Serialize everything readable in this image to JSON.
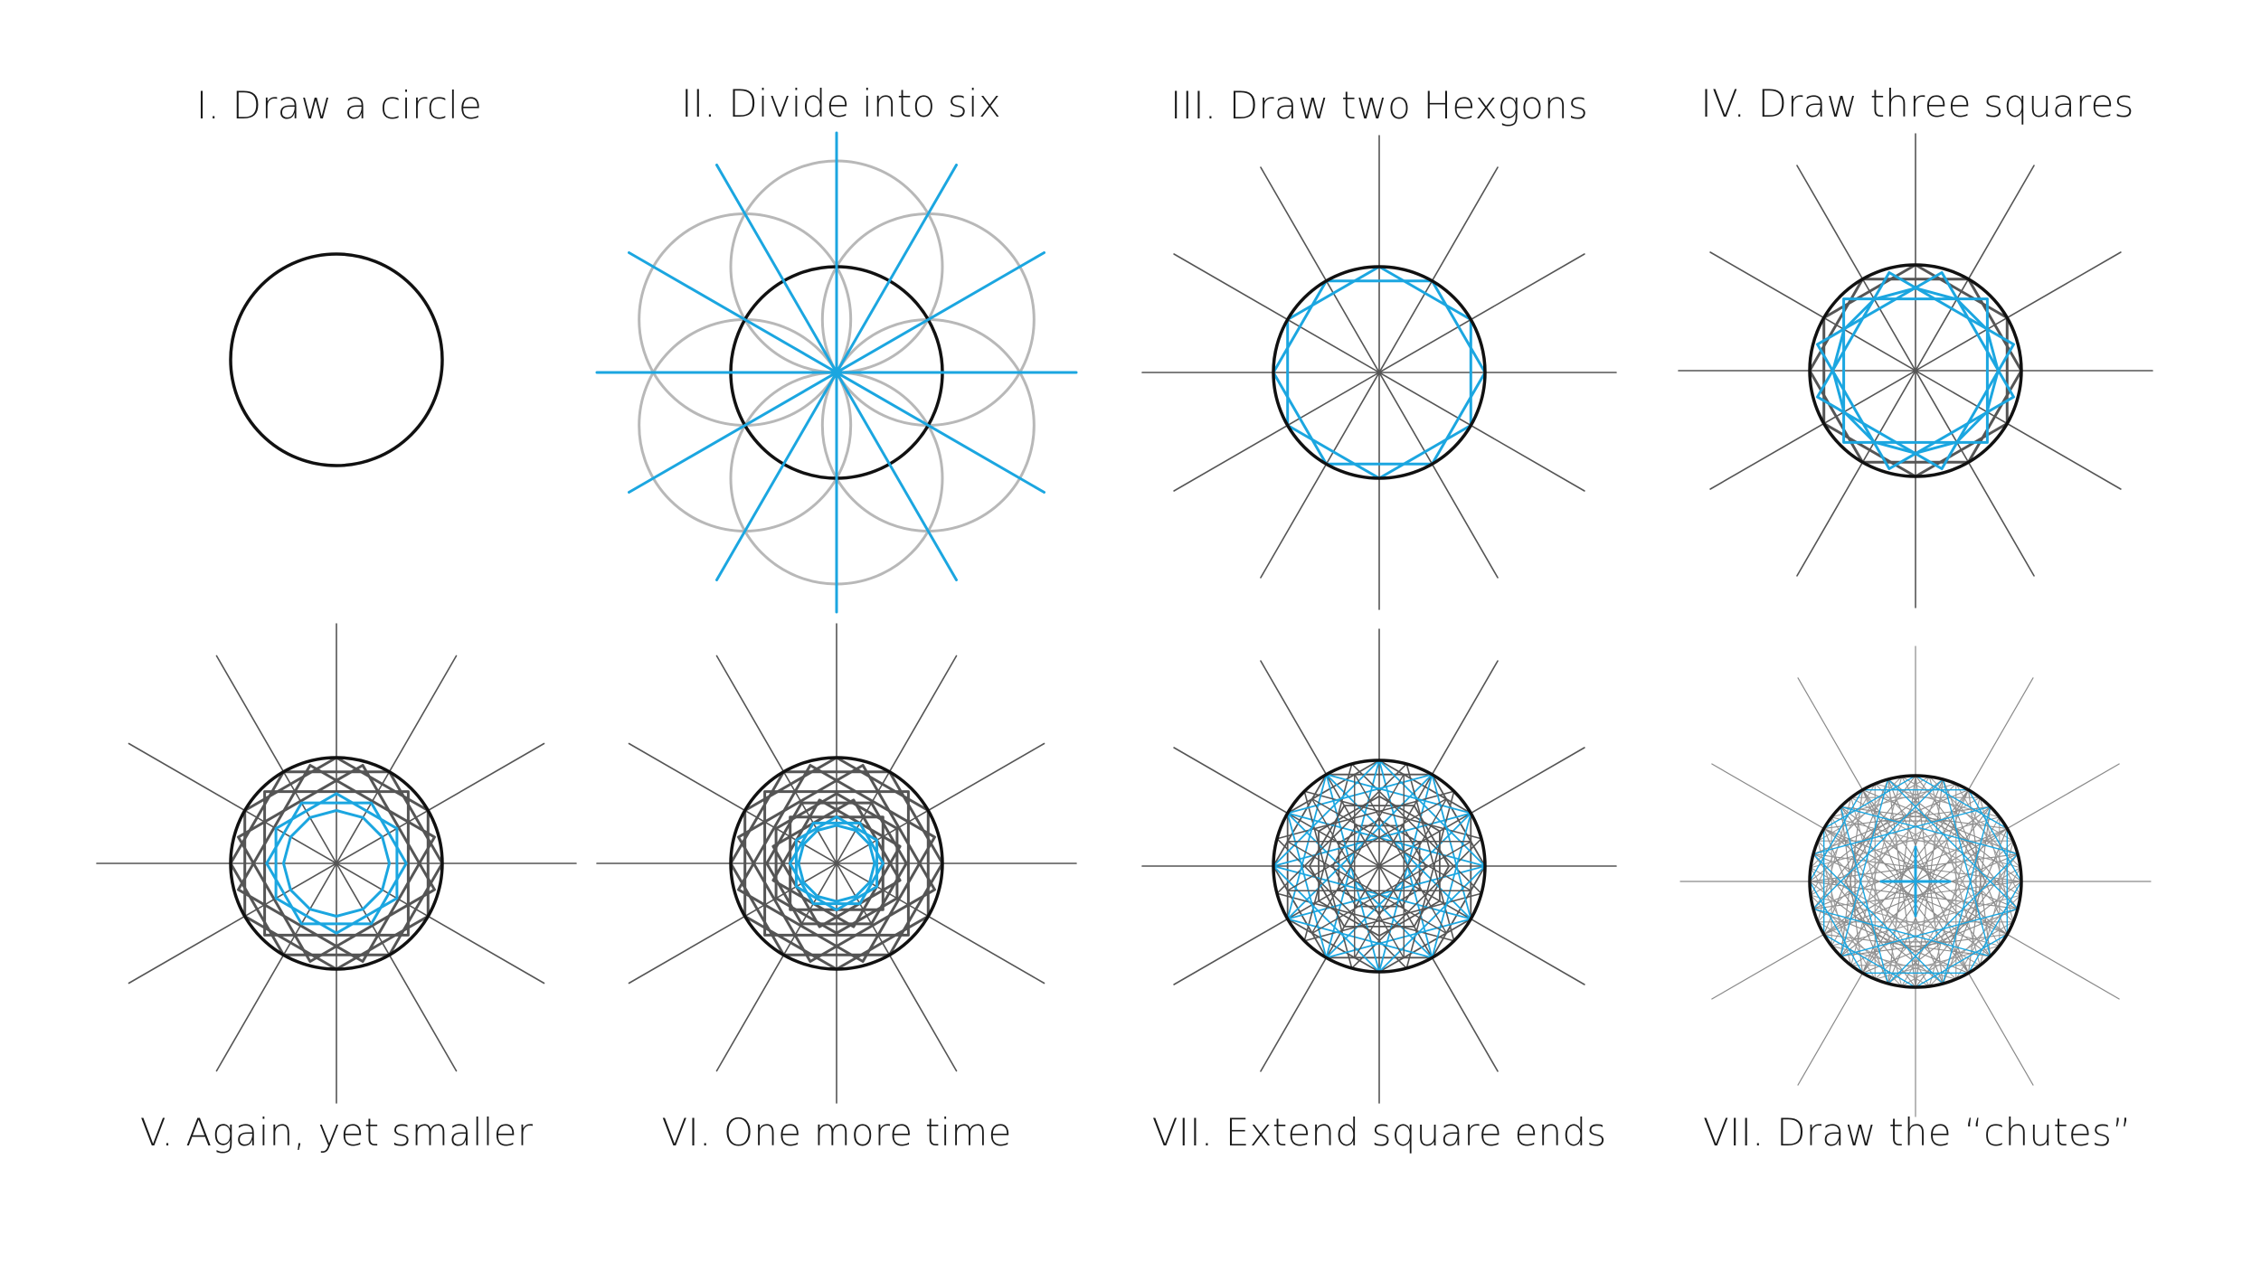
{
  "colors": {
    "background": "#ffffff",
    "outline": "#111111",
    "construction": "#555555",
    "guide_circle": "#b8b8b8",
    "highlight": "#1ba6e0"
  },
  "steps": [
    {
      "id": "step-1",
      "title": "I. Draw a circle"
    },
    {
      "id": "step-2",
      "title": "II. Divide into six"
    },
    {
      "id": "step-3",
      "title": "III. Draw two Hexgons"
    },
    {
      "id": "step-4",
      "title": "IV. Draw three squares"
    },
    {
      "id": "step-5",
      "title": "V. Again, yet smaller"
    },
    {
      "id": "step-6",
      "title": "VI. One more time"
    },
    {
      "id": "step-7",
      "title": "VII. Extend square ends"
    },
    {
      "id": "step-8",
      "title": "VII. Draw the “chutes”"
    }
  ]
}
